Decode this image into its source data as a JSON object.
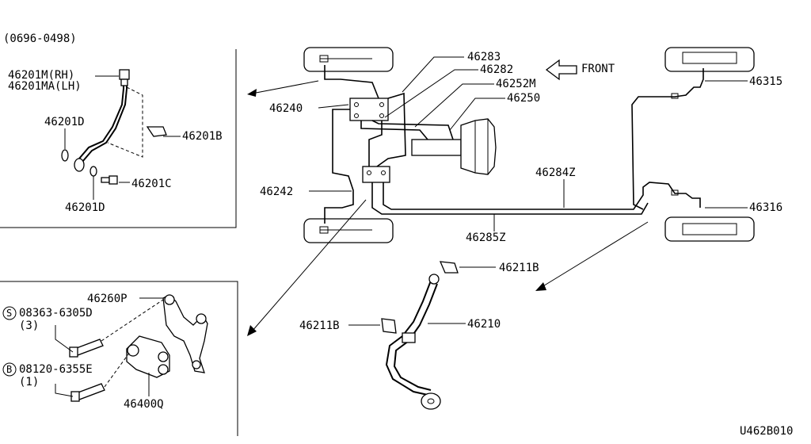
{
  "header": {
    "range": "(0696-0498)"
  },
  "figure_code": "U462B010",
  "direction": {
    "label": "FRONT"
  },
  "left_top": {
    "hose_rh": "46201M(RH)",
    "hose_lh": "46201MA(LH)",
    "washer": "46201D",
    "clip": "46201B",
    "bolt": "46201C",
    "washer2": "46201D"
  },
  "main": {
    "p46283": "46283",
    "p46282": "46282",
    "p46252M": "46252M",
    "p46250": "46250",
    "p46240": "46240",
    "p46242": "46242",
    "p46315": "46315",
    "p46316": "46316",
    "p46284Z": "46284Z",
    "p46285Z": "46285Z"
  },
  "rear_hose": {
    "clip_top": "46211B",
    "clip_left": "46211B",
    "hose": "46210"
  },
  "left_bottom": {
    "bracket": "46260P",
    "bolt_s_symbol": "S",
    "bolt_s": "08363-6305D",
    "bolt_s_qty": "(3)",
    "bolt_b_symbol": "B",
    "bolt_b": "08120-6355E",
    "bolt_b_qty": "(1)",
    "valve": "46400Q"
  }
}
